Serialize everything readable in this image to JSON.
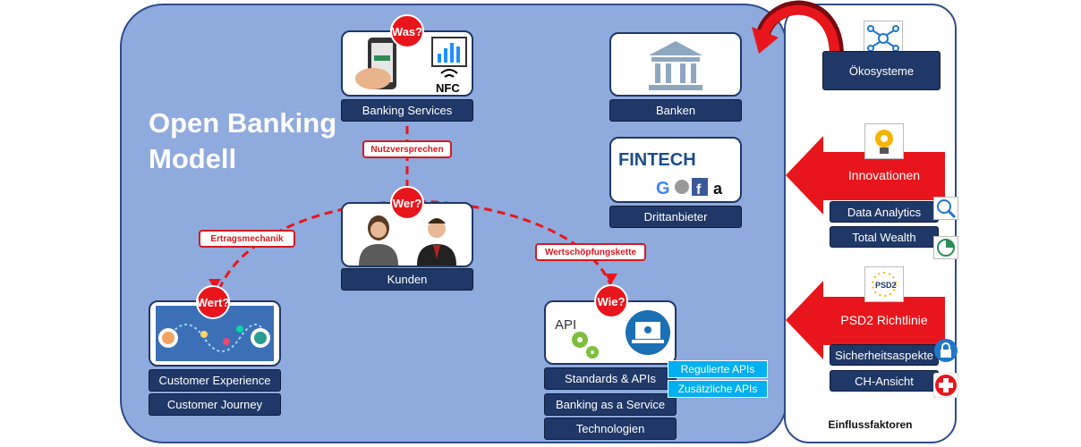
{
  "title_line1": "Open Banking",
  "title_line2": "Modell",
  "circles": {
    "was": "Was?",
    "wer": "Wer?",
    "wert": "Wert?",
    "wie": "Wie?"
  },
  "tags": {
    "nutzen": "Nutzversprechen",
    "ertrag": "Ertragsmechanik",
    "wert": "Wertschöpfungskette"
  },
  "labels": {
    "banking_services": "Banking Services",
    "kunden": "Kunden",
    "banken": "Banken",
    "drittanbieter": "Drittanbieter",
    "customer_experience": "Customer Experience",
    "customer_journey": "Customer Journey",
    "standards_apis": "Standards & APIs",
    "baas": "Banking as a Service",
    "technologien": "Technologien"
  },
  "api_tags": {
    "reguliert": "Regulierte APIs",
    "zusatz": "Zusätzliche APIs"
  },
  "icon_text": {
    "nfc": "NFC",
    "fintech": "FINTECH",
    "api": "API",
    "psd2": "PSD2"
  },
  "side": {
    "oekosysteme": "Ökosysteme",
    "innovationen": "Innovationen",
    "data_analytics": "Data Analytics",
    "total_wealth": "Total Wealth",
    "psd2": "PSD2 Richtlinie",
    "sicherheit": "Sicherheitsaspekte",
    "ch_ansicht": "CH-Ansicht",
    "einfluss": "Einflussfaktoren"
  },
  "colors": {
    "panel": "#8faadc",
    "navy": "#1f3867",
    "red": "#e8161c",
    "cyan": "#00b0f0"
  }
}
